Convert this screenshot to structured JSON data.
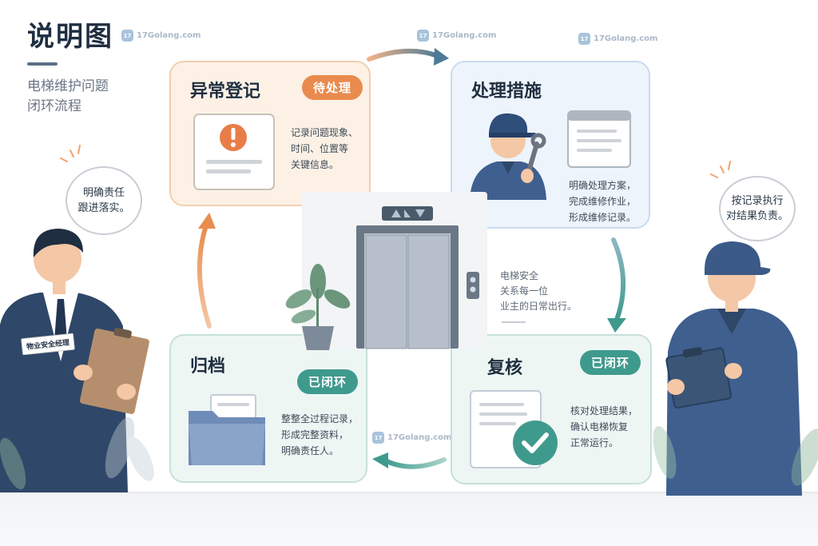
{
  "header": {
    "title": "说明图",
    "subtitle_line1": "电梯维护问题",
    "subtitle_line2": "闭环流程"
  },
  "watermark": "17Golang.com",
  "steps": {
    "register": {
      "title": "异常登记",
      "badge": "待处理",
      "text": [
        "记录问题现象、",
        "时间、位置等",
        "关键信息。"
      ]
    },
    "handle": {
      "title": "处理措施",
      "text": [
        "明确处理方案，",
        "完成维修作业，",
        "形成维修记录。"
      ]
    },
    "review": {
      "title": "复核",
      "badge": "已闭环",
      "text": [
        "核对处理结果，",
        "确认电梯恢复",
        "正常运行。"
      ]
    },
    "archive": {
      "title": "归档",
      "badge": "已闭环",
      "text": [
        "整整全过程记录，",
        "形成完整资料，",
        "明确责任人。"
      ]
    }
  },
  "center_note": [
    "电梯安全",
    "关系每一位",
    "业主的日常出行。"
  ],
  "people": {
    "manager": {
      "tag": "物业安全经理",
      "speech": [
        "明确责任",
        "跟进落实。"
      ]
    },
    "technician": {
      "speech": [
        "按记录执行",
        "对结果负责。"
      ]
    }
  },
  "colors": {
    "orange": "#e98b4e",
    "teal": "#3f9a8e",
    "navy": "#2f4768",
    "blue_uniform": "#3f5f8f",
    "arrow_blue": "#3e7a93"
  }
}
